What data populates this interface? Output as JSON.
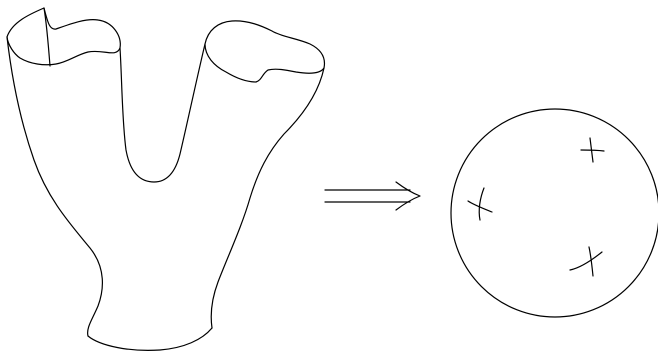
{
  "figure": {
    "description_elements": [
      "pants-surface",
      "arrow",
      "sphere-with-three-punctures"
    ],
    "stroke_color": "#000000",
    "background_color": "#ffffff"
  },
  "left": {
    "kind": "pair-of-pants-surface",
    "openings": 2
  },
  "arrow": {
    "kind": "double-arrow",
    "direction": "right"
  },
  "right": {
    "kind": "sphere",
    "marks": 3,
    "mark_glyph": "cross"
  }
}
